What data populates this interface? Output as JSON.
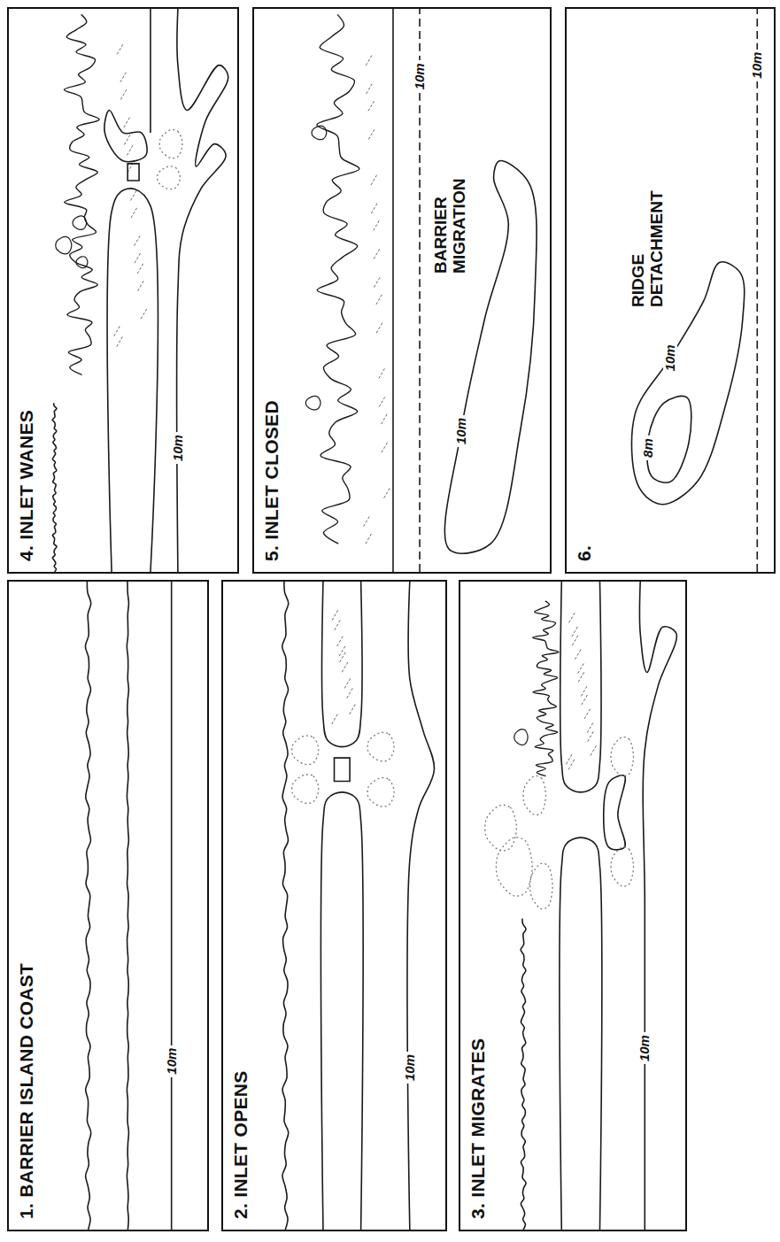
{
  "diagram": {
    "nodes": [
      {
        "text": [
          "1. BARRIER ISLAND COAST"
        ]
      },
      {
        "text": [
          "2. INLET OPENS"
        ]
      },
      {
        "text": [
          "3. INLET MIGRATES"
        ]
      },
      {
        "text": [
          "4. INLET WANES"
        ]
      },
      {
        "text": [
          "5. INLET CLOSED"
        ]
      },
      {
        "text": [
          "6."
        ]
      }
    ],
    "labels": [
      "10m",
      "10m",
      "10m",
      "10m",
      "10m",
      "BARRIER MIGRATION",
      "10m",
      "10m",
      "RIDGE DETACHMENT",
      "10m",
      "8m"
    ]
  }
}
